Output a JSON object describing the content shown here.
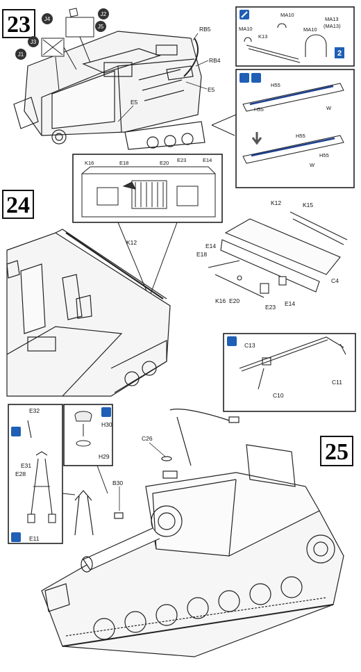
{
  "steps": [
    {
      "number": "23"
    },
    {
      "number": "24"
    },
    {
      "number": "25"
    }
  ],
  "step23": {
    "labels": {
      "j4": "J4",
      "j2": "J2",
      "j5": "J5",
      "j3": "J3",
      "j1": "J1",
      "rb5": "RB5",
      "rb4": "RB4",
      "e5a": "E5",
      "e5b": "E5"
    },
    "inset_top": {
      "ma10a": "MA10",
      "ma10b": "MA10",
      "k13": "K13",
      "ma13": "MA13",
      "ma13b": "(MA13)",
      "ma10c": "MA10",
      "badge": "2"
    },
    "inset_bottom": {
      "h55a": "H55",
      "h55b": "H55",
      "w1": "W",
      "h55c": "H55",
      "h55d": "H55",
      "w2": "W"
    }
  },
  "step24": {
    "inset": {
      "k16": "K16",
      "e18": "E18",
      "e20": "E20",
      "e23": "E23",
      "e14": "E14"
    },
    "labels": {
      "k12a": "K12",
      "k12b": "K12",
      "k15": "K15",
      "e14a": "E14",
      "e18": "E18",
      "c4": "C4",
      "k16": "K16",
      "e20": "E20",
      "e23": "E23",
      "e14b": "E14"
    },
    "inset_right": {
      "c13": "C13",
      "c11": "C11",
      "c10": "C10"
    }
  },
  "step25": {
    "left_inset": {
      "e32": "E32",
      "e31": "E31",
      "e28": "E28",
      "e11": "E11"
    },
    "small_inset": {
      "h30": "H30",
      "h29": "H29"
    },
    "labels": {
      "c26": "C26",
      "b30": "B30"
    }
  },
  "colors": {
    "ink": "#1a1a1a",
    "paint_icon": "#1f5fb5",
    "highlight": "#1d3f8f",
    "background": "#ffffff"
  }
}
